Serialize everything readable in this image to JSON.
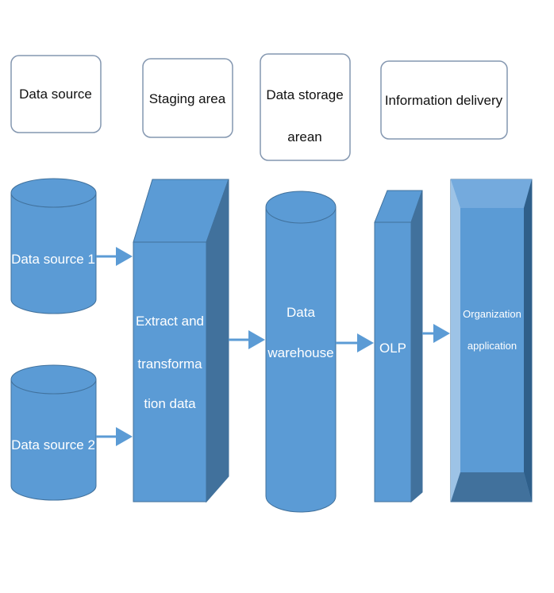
{
  "headers": {
    "data_source": "Data source",
    "staging_area": "Staging area",
    "data_storage_line1": "Data storage",
    "data_storage_line2": "arean",
    "information_delivery": "Information delivery"
  },
  "nodes": {
    "source1": "Data source 1",
    "source2": "Data source 2",
    "etl_line1": "Extract and",
    "etl_line2": "transforma",
    "etl_line3": "tion data",
    "warehouse_line1": "Data",
    "warehouse_line2": "warehouse",
    "olp": "OLP",
    "org_line1": "Organization",
    "org_line2": "application"
  },
  "colors": {
    "fill": "#5B9BD5",
    "dark": "#41719C",
    "darker": "#2F5F8A",
    "light": "#9DC3E6"
  }
}
